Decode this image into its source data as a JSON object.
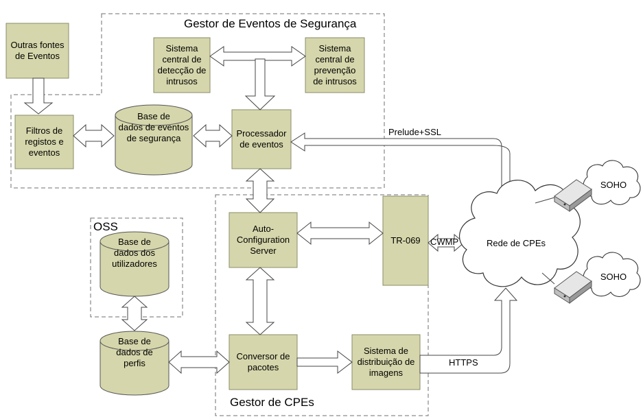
{
  "regions": {
    "security_manager": "Gestor de Eventos de Segurança",
    "cpe_manager": "Gestor de CPEs",
    "oss": "OSS"
  },
  "nodes": {
    "other_sources": "Outras fontes\nde Eventos",
    "ids": "Sistema\ncentral de\ndetecção de\nintrusos",
    "ips": "Sistema\ncentral de\nprevenção\nde intrusos",
    "filters": "Filtros de\nregistos e\neventos",
    "event_db": "Base de\ndados de eventos\nde segurança",
    "event_processor": "Processador\nde eventos",
    "acs": "Auto-\nConfiguration\nServer",
    "tr069": "TR-069",
    "users_db": "Base de\ndados dos\nutilizadores",
    "profiles_db": "Base de\ndados de\nperfis",
    "packet_converter": "Conversor de\npacotes",
    "image_distribution": "Sistema de\ndistribuição de\nimagens",
    "cpe_network": "Rede de CPEs",
    "soho_1": "SOHO",
    "soho_2": "SOHO"
  },
  "links": {
    "prelude_ssl": "Prelude+SSL",
    "cwmp": "CWMP",
    "https": "HTTPS"
  },
  "colors": {
    "box_fill": "#d5d6ab",
    "box_stroke": "#8a8c6a",
    "region_stroke": "#6f6f6f",
    "line": "#444444"
  }
}
